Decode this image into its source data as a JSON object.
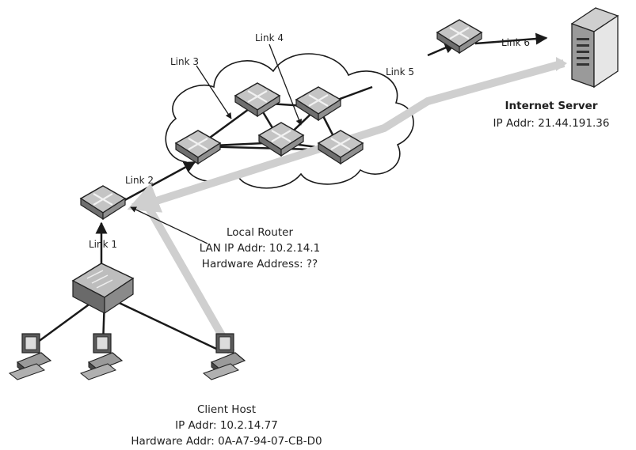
{
  "links": {
    "link1": "Link 1",
    "link2": "Link 2",
    "link3": "Link 3",
    "link4": "Link 4",
    "link5": "Link 5",
    "link6": "Link 6"
  },
  "internet_server": {
    "title": "Internet Server",
    "ip": "IP Addr: 21.44.191.36"
  },
  "local_router": {
    "title": "Local Router",
    "lan_ip": "LAN IP Addr: 10.2.14.1",
    "hw": "Hardware Address: ??"
  },
  "client_host": {
    "title": "Client Host",
    "ip": "IP Addr: 10.2.14.77",
    "hw": "Hardware Addr: 0A-A7-94-07-CB-D0"
  },
  "colors": {
    "path": "#cfcfcf",
    "line": "#1a1a1a",
    "device": "#b3b3b3"
  },
  "icons": {
    "router": "router-icon",
    "switch": "switch-icon",
    "computer": "computer-icon",
    "server": "server-icon",
    "cloud": "cloud-icon"
  }
}
